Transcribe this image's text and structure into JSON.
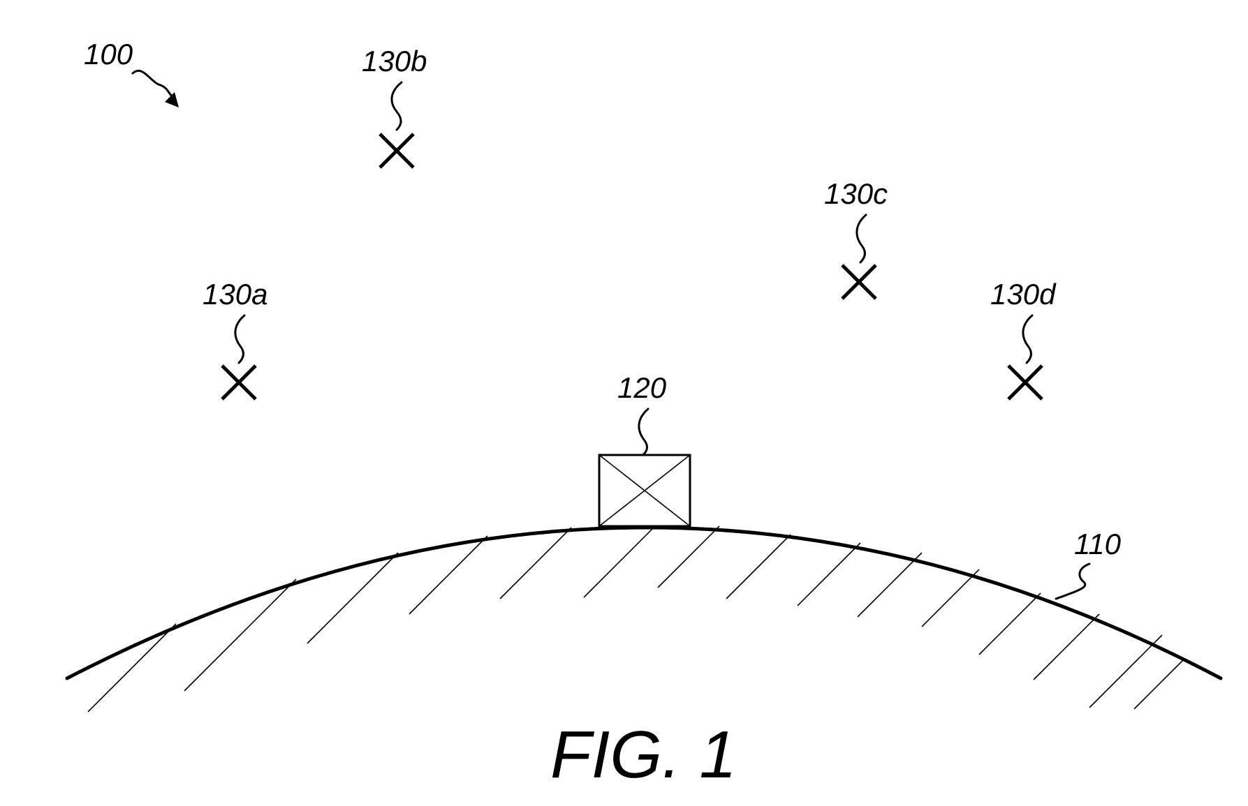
{
  "figure": {
    "caption": "FIG. 1",
    "labels": {
      "system": "100",
      "surface": "110",
      "device": "120",
      "point_a": "130a",
      "point_b": "130b",
      "point_c": "130c",
      "point_d": "130d"
    }
  },
  "colors": {
    "ink": "#000000",
    "background": "#ffffff"
  }
}
